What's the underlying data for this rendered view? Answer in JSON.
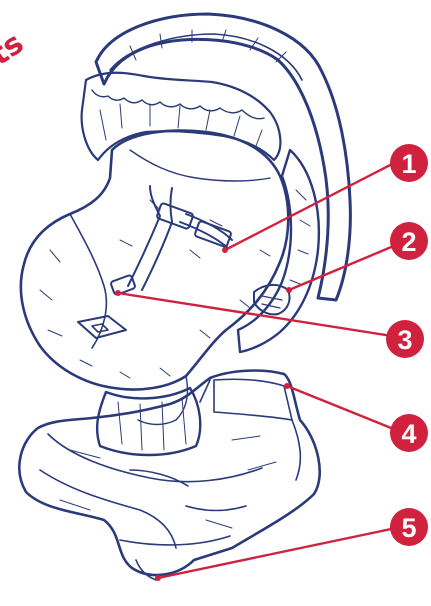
{
  "accent_color": "#d0213f",
  "ink_color": "#2b3a7a",
  "corner_text": "ts",
  "callouts": [
    {
      "number": "1"
    },
    {
      "number": "2"
    },
    {
      "number": "3"
    },
    {
      "number": "4"
    },
    {
      "number": "5"
    }
  ]
}
